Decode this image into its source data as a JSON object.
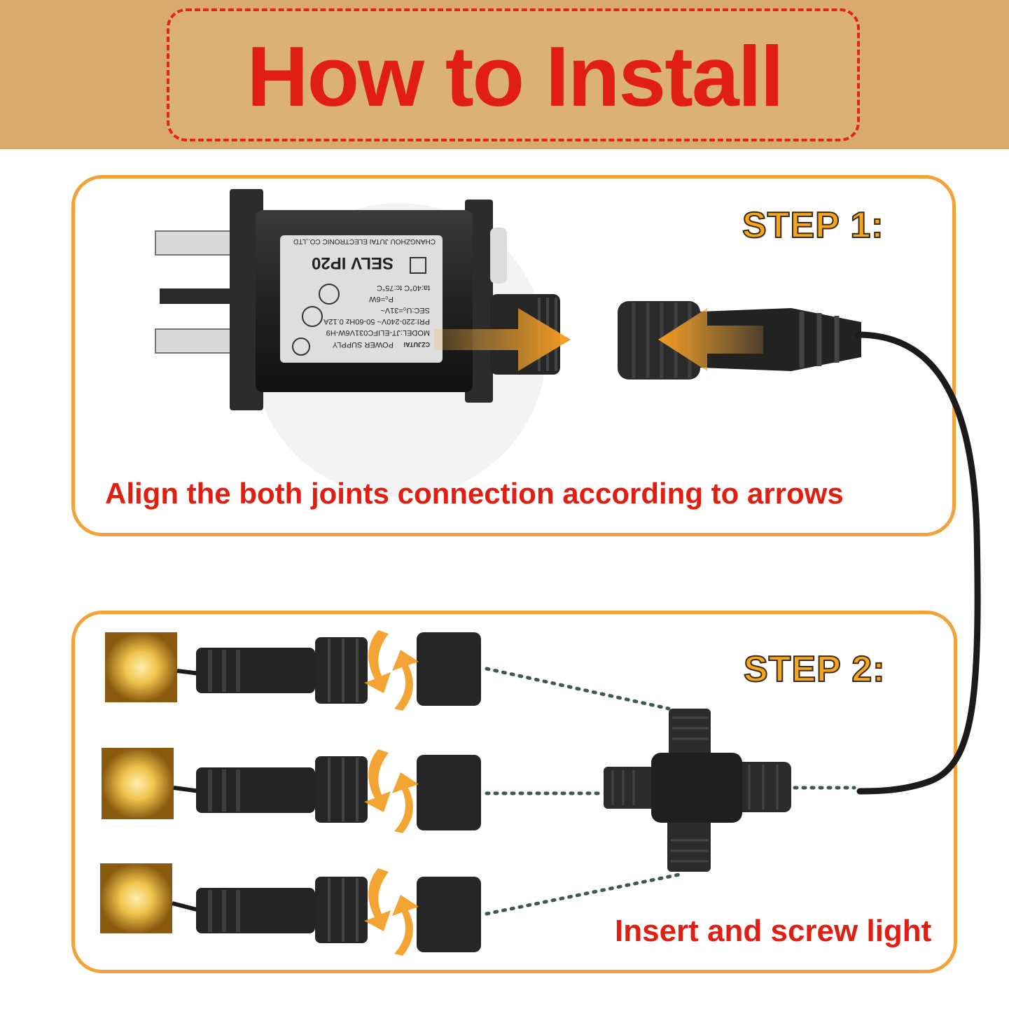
{
  "header": {
    "title": "How to Install"
  },
  "step1": {
    "label": "STEP 1:",
    "instruction": "Align the both joints connection according to arrows",
    "adapter_label": {
      "brand": "CZJUTAI",
      "product": "POWER SUPPLY",
      "model": "MODEL:JT-ELIFC031V6W-H9",
      "input": "PRI:220-240V~ 50-60Hz 0.12A",
      "output": "SEC:U₀=31V~",
      "rated": "P₀=6W",
      "temp": "ta:40°C tc:75°C",
      "safety": "SELV IP20",
      "maker": "CHANGZHOU JUTAI ELECTRONIC CO.,LTD"
    }
  },
  "step2": {
    "label": "STEP 2:",
    "instruction": "Insert and screw light"
  },
  "colors": {
    "banner_bg": "#d8ab6c",
    "title_red": "#e01f12",
    "panel_border": "#f2a23a",
    "arrow_orange": "#f39a1c",
    "cable_black": "#1b1b1b",
    "light_gold": "#e8b33a"
  }
}
